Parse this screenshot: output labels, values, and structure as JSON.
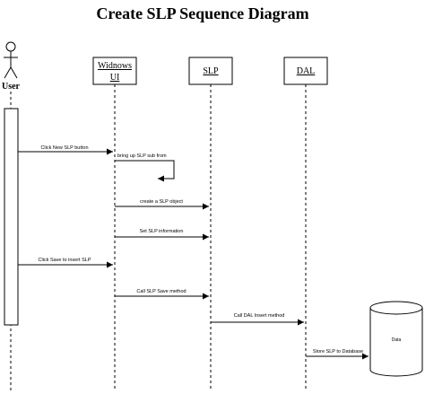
{
  "title": "Create SLP Sequence Diagram",
  "actor": {
    "label": "User"
  },
  "lifelines": [
    {
      "key": "windows_ui",
      "line1": "Widnows",
      "line2": "UI"
    },
    {
      "key": "slp",
      "line1": "SLP",
      "line2": ""
    },
    {
      "key": "dal",
      "line1": "DAL",
      "line2": ""
    }
  ],
  "messages": [
    {
      "id": "msg-1",
      "label": "Click New SLP button"
    },
    {
      "id": "msg-2",
      "label": "bring up SLP sub from"
    },
    {
      "id": "msg-3",
      "label": "create a SLP object"
    },
    {
      "id": "msg-4",
      "label": "Set SLP information"
    },
    {
      "id": "msg-5",
      "label": "Click Save to insert SLP"
    },
    {
      "id": "msg-6",
      "label": "Call SLP Save method"
    },
    {
      "id": "msg-7",
      "label": "Call DAL Insert method"
    },
    {
      "id": "msg-8",
      "label": "Store SLP to Database"
    }
  ],
  "database": {
    "label": "Data"
  }
}
